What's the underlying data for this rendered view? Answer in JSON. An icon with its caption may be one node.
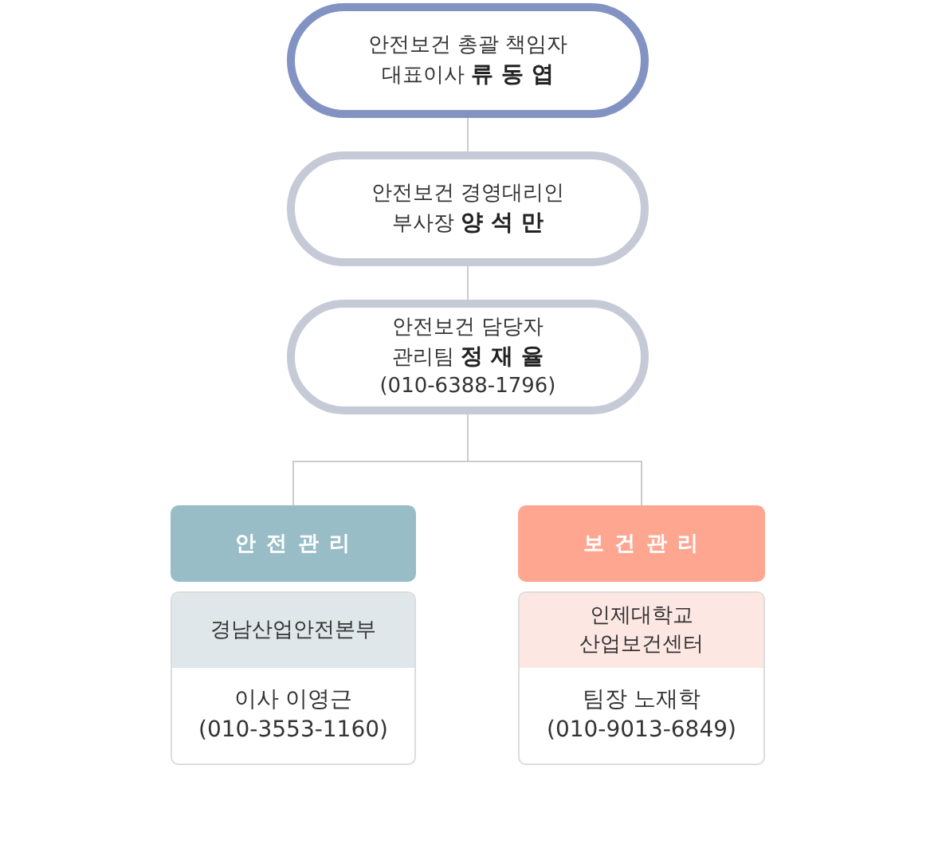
{
  "diagram": {
    "nodes": [
      {
        "text": [
          "안전보건 총괄 책임자",
          "대표이사 **류 동 엽**"
        ]
      },
      {
        "text": [
          "안전보건 경영대리인",
          "부사장 **양 석 만**"
        ]
      },
      {
        "text": [
          "안전보건 담당자",
          "관리팀 **정 재 율**",
          "(010-6388-1796)"
        ]
      },
      {
        "text": [
          "안 전 관 리"
        ]
      },
      {
        "text": [
          "이사 이영근",
          "(010-3553-1160)"
        ]
      },
      {
        "text": [
          "경남산업안전본부"
        ],
        "in": 4
      },
      {
        "text": [
          "보 건 관 리"
        ]
      },
      {
        "text": [
          "팀장 노재학",
          "(010-9013-6849)"
        ]
      },
      {
        "text": [
          "인제대학교 산업보건센터"
        ],
        "in": 7
      }
    ],
    "edges": [
      {
        "from": 0,
        "to": 1,
        "arrow": "none"
      },
      {
        "from": 1,
        "to": 2,
        "arrow": "none"
      },
      {
        "from": 2,
        "to": 3,
        "arrow": "none"
      },
      {
        "from": 2,
        "to": 6,
        "arrow": "none"
      }
    ]
  }
}
